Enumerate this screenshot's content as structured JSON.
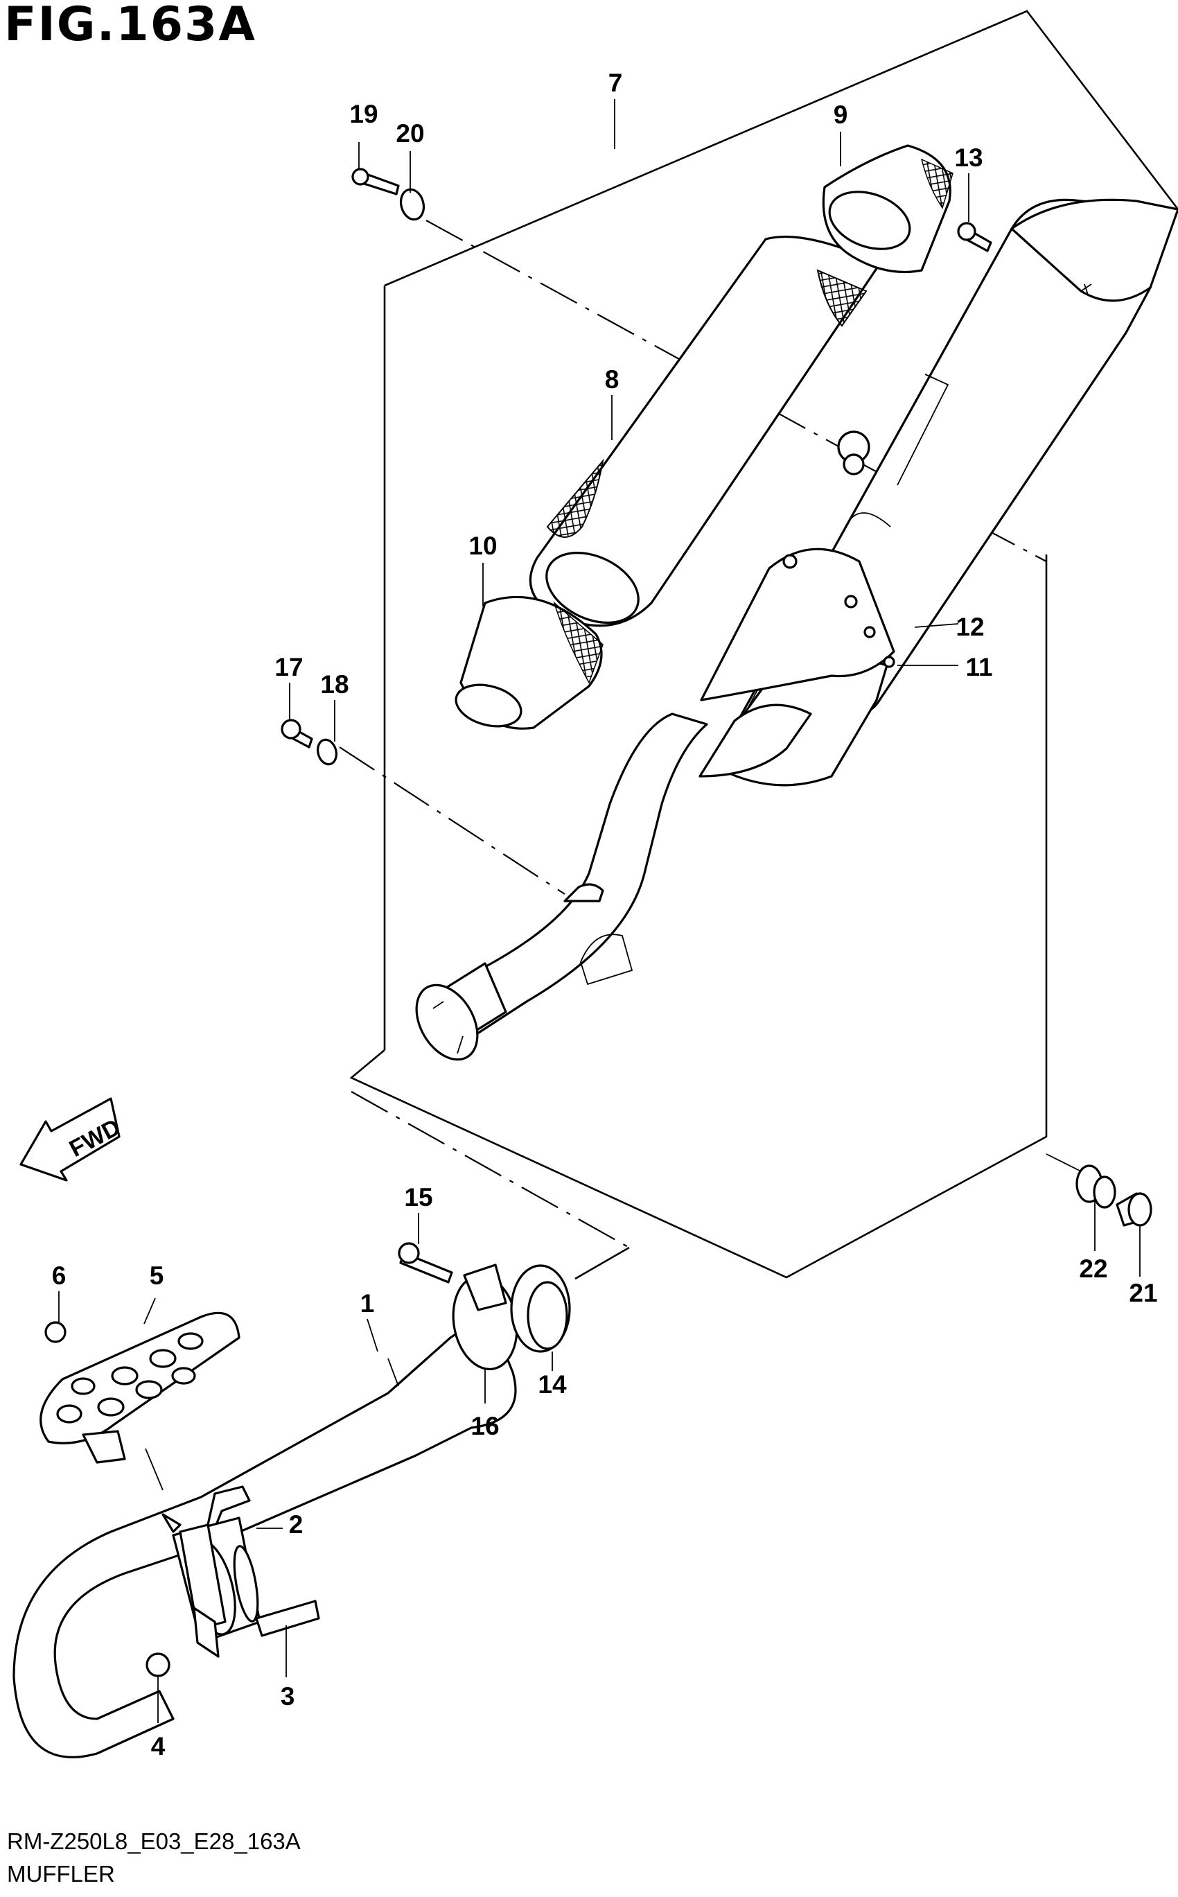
{
  "figure": {
    "title": "FIG.163A",
    "model_code": "RM-Z250L8_E03_E28_163A",
    "name": "MUFFLER",
    "direction_label": "FWD"
  },
  "callouts": [
    "1",
    "2",
    "3",
    "4",
    "5",
    "6",
    "7",
    "8",
    "9",
    "10",
    "11",
    "12",
    "13",
    "14",
    "15",
    "16",
    "17",
    "18",
    "19",
    "20",
    "21",
    "22"
  ]
}
